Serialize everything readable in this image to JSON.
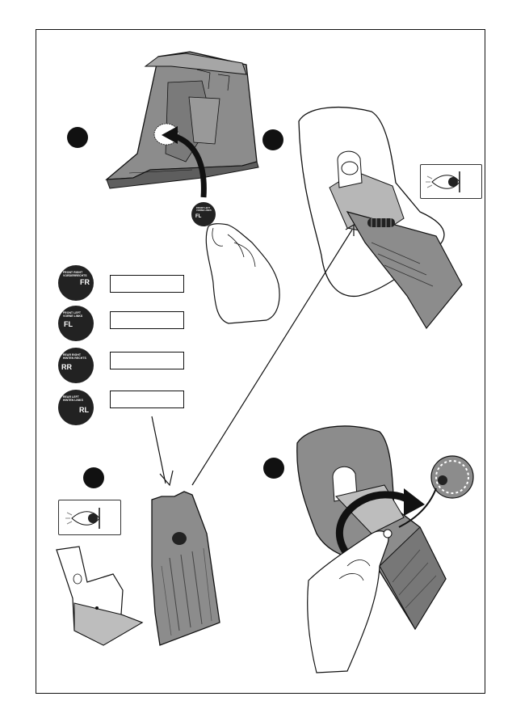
{
  "badges": [
    {
      "code": "FR",
      "caption": "FRONT RIGHT VORDERRECHTS",
      "fill": "#1c1c1c"
    },
    {
      "code": "FL",
      "caption": "FRONT LEFT VORNE LINKS",
      "fill": "#1c1c1c"
    },
    {
      "code": "RR",
      "caption": "REAR RIGHT HINTEN RECHTS",
      "fill": "#1c1c1c"
    },
    {
      "code": "RL",
      "caption": "REAR LEFT HINTEN LINKS",
      "fill": "#1c1c1c"
    }
  ],
  "sticker": {
    "code": "FL",
    "caption": "FRONT LEFT VORNE LINKS"
  },
  "colors": {
    "ink": "#111111",
    "part_fill": "#8c8c8c",
    "part_dark": "#5e5e5e",
    "paper": "#ffffff"
  },
  "icons": [
    "eye-view-icon",
    "arrow-rotate-icon",
    "knob-icon",
    "hand-icon"
  ]
}
